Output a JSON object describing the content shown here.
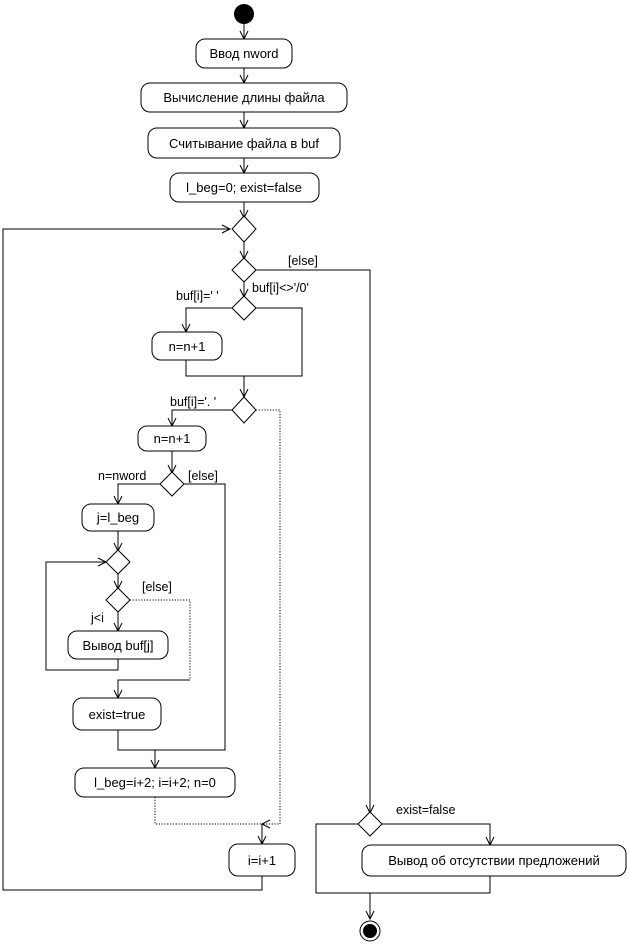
{
  "actions": {
    "input_nword": "Ввод nword",
    "calc_file_length": "Вычисление длины файла",
    "read_file": "Считывание файла в buf",
    "init_vars": "l_beg=0; exist=false",
    "n_inc_1": "n=n+1",
    "n_inc_2": "n=n+1",
    "set_j": "j=l_beg",
    "print_buf": "Вывод buf[j]",
    "set_exist": "exist=true",
    "advance": "l_beg=i+2; i=i+2; n=0",
    "i_inc": "i=i+1",
    "no_sentences": "Вывод об отсутствии предложений"
  },
  "guards": {
    "else_main": "[else]",
    "not_end": "buf[i]<>'/0'",
    "is_space": "buf[i]=' '",
    "is_dot": "buf[i]='. '",
    "n_eq_nword": "n=nword",
    "else_nword": "[else]",
    "j_lt_i": "j<i",
    "else_loop": "[else]",
    "exist_false": "exist=false"
  }
}
